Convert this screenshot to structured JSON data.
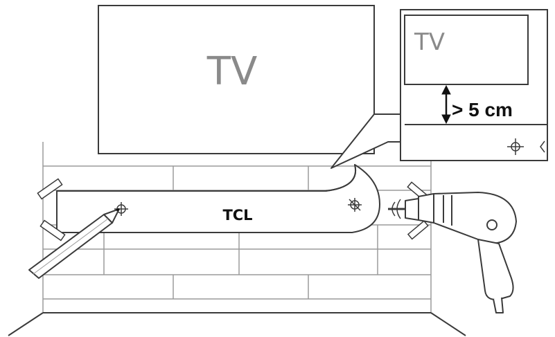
{
  "tv_label": "TV",
  "inset": {
    "tv_label": "TV",
    "clearance_label": "> 5 cm"
  },
  "template_logo": "TCL",
  "colors": {
    "line": "#3a3a3a",
    "light_line": "#9a9a9a",
    "tv_text": "#8a8a8a"
  },
  "icons": [
    "pencil-icon",
    "drill-icon",
    "crosshair-icon",
    "double-arrow-icon"
  ]
}
